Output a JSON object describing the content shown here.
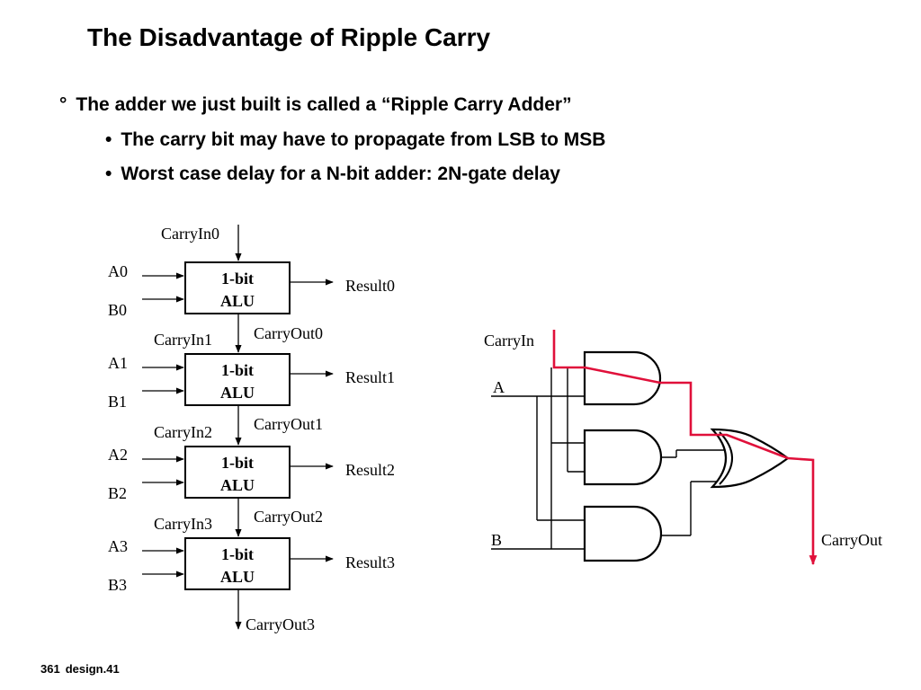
{
  "slide": {
    "title": "The Disadvantage of Ripple Carry",
    "bullets": [
      {
        "marker": "°",
        "text": "The adder we just built is called a “Ripple Carry Adder”"
      },
      {
        "marker": "•",
        "text": "The carry bit may have to propagate from LSB to MSB"
      },
      {
        "marker": "•",
        "text": "Worst case delay for a N-bit adder: 2N-gate delay"
      }
    ],
    "footer": {
      "page": "361",
      "label": "design.41"
    }
  },
  "ripple": {
    "carry_in0": "CarryIn0",
    "stages": [
      {
        "a": "A0",
        "b": "B0",
        "line1": "1-bit",
        "line2": "ALU",
        "result": "Result0",
        "carry_out": "CarryOut0",
        "carry_in": "CarryIn1"
      },
      {
        "a": "A1",
        "b": "B1",
        "line1": "1-bit",
        "line2": "ALU",
        "result": "Result1",
        "carry_out": "CarryOut1",
        "carry_in": "CarryIn2"
      },
      {
        "a": "A2",
        "b": "B2",
        "line1": "1-bit",
        "line2": "ALU",
        "result": "Result2",
        "carry_out": "CarryOut2",
        "carry_in": "CarryIn3"
      },
      {
        "a": "A3",
        "b": "B3",
        "line1": "1-bit",
        "line2": "ALU",
        "result": "Result3"
      }
    ],
    "carry_out_final": "CarryOut3"
  },
  "gates": {
    "carry_in": "CarryIn",
    "a": "A",
    "b": "B",
    "carry_out": "CarryOut",
    "highlight_color": "#e0103a"
  }
}
